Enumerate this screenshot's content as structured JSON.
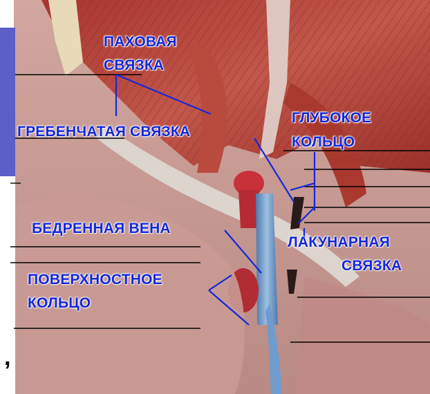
{
  "labels": {
    "inguinal_ligament": [
      "ПАХОВАЯ",
      "СВЯЗКА"
    ],
    "pectineal_ligament": "ГРЕБЕНЧАТАЯ СВЯЗКА",
    "deep_ring": [
      "ГЛУБОКОЕ",
      "КОЛЬЦО"
    ],
    "femoral_vein": "БЕДРЕННАЯ ВЕНА",
    "lacunar_ligament": [
      "ЛАКУНАРНАЯ",
      "СВЯЗКА"
    ],
    "superficial_ring": [
      "ПОВЕРХНОСТНОЕ",
      "КОЛЬЦО"
    ]
  },
  "stray_mark": ",",
  "colors": {
    "label_text": "#1428d8",
    "pointer_line": "#1428d8",
    "leader_line": "#000000",
    "side_panel": "#5b5fc7",
    "muscle": "#b5453c",
    "fascia": "#c79a93",
    "ligament": "#d9d2cc",
    "artery": "#c8303a",
    "vein": "#6f9ccc"
  }
}
